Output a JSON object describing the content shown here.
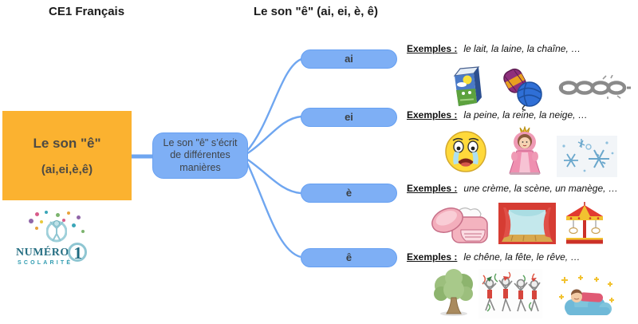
{
  "header": {
    "course_title": "CE1 Français",
    "lesson_title": "Le son \"ê\" (ai, ei, è, ê)"
  },
  "root_node": {
    "line1": "Le son \"ê\"",
    "line2": "(ai,ei,è,ê)"
  },
  "center_node": {
    "text": "Le son \"ê\" s’écrit de différentes manières"
  },
  "branches": [
    {
      "label": "ai",
      "examples_label": "Exemples :",
      "examples": "le lait, la laine, la chaîne, …",
      "illustrations": [
        "milk-carton",
        "ball-of-yarn",
        "chain"
      ]
    },
    {
      "label": "ei",
      "examples_label": "Exemples :",
      "examples": "la peine, la reine, la neige, …",
      "illustrations": [
        "crying-face",
        "queen",
        "snowflakes"
      ]
    },
    {
      "label": "è",
      "examples_label": "Exemples :",
      "examples": "une crème, la scène, un manège, …",
      "illustrations": [
        "cream-jar",
        "theater-stage",
        "carousel"
      ]
    },
    {
      "label": "ê",
      "examples_label": "Exemples :",
      "examples": "le chêne, la fête, le rêve, …",
      "illustrations": [
        "oak-tree",
        "party-dancers",
        "dreaming-sleeper"
      ]
    }
  ],
  "logo": {
    "brand": "NUMÉRO",
    "numeral": "1",
    "subtitle": "SCOLARITÉ"
  },
  "colors": {
    "root_box_orange": "#FBB230",
    "node_blue": "#7EAFF5",
    "connector_blue": "#6FA6F0",
    "text_dark": "#3f4347",
    "logo_teal": "#276f83"
  }
}
